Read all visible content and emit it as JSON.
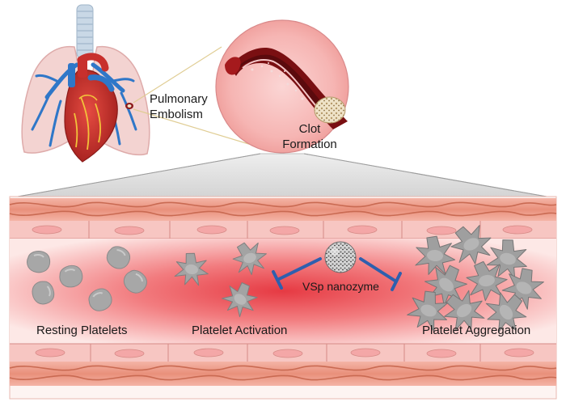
{
  "labels": {
    "pulmonary_embolism_line1": "Pulmonary",
    "pulmonary_embolism_line2": "Embolism",
    "clot_line1": "Clot",
    "clot_line2": "Formation",
    "resting": "Resting Platelets",
    "activation": "Platelet Activation",
    "aggregation": "Platelet Aggregation",
    "nanozyme": "VSp nanozyme"
  },
  "colors": {
    "vessel_wall": "#e8907a",
    "vessel_band": "#f3b3a5",
    "lumen_edge": "#fbe3e0",
    "lumen_center": "#e83b45",
    "platelet": "#a9a9a9",
    "inhibit_line": "#2e5fae",
    "heart": "#c8302d",
    "lung": "#f3d1cf",
    "vessel_blue": "#2f77c8",
    "clot": "#e9dcc0"
  }
}
